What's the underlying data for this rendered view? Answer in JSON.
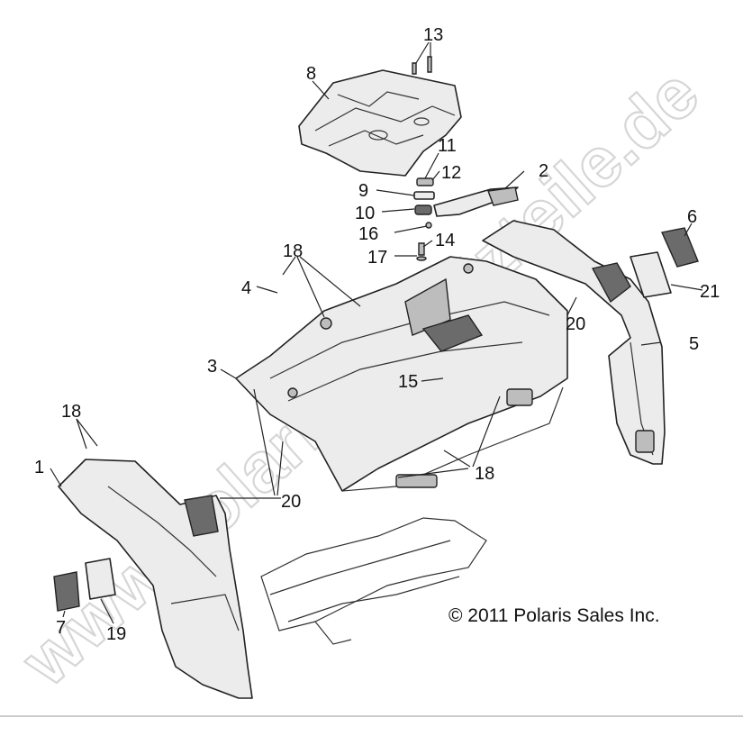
{
  "callouts": [
    {
      "id": "c1",
      "label": "1"
    },
    {
      "id": "c2",
      "label": "2"
    },
    {
      "id": "c3",
      "label": "3"
    },
    {
      "id": "c4",
      "label": "4"
    },
    {
      "id": "c5",
      "label": "5"
    },
    {
      "id": "c6",
      "label": "6"
    },
    {
      "id": "c7",
      "label": "7"
    },
    {
      "id": "c8",
      "label": "8"
    },
    {
      "id": "c9",
      "label": "9"
    },
    {
      "id": "c10",
      "label": "10"
    },
    {
      "id": "c11",
      "label": "11"
    },
    {
      "id": "c12",
      "label": "12"
    },
    {
      "id": "c13",
      "label": "13"
    },
    {
      "id": "c14",
      "label": "14"
    },
    {
      "id": "c15",
      "label": "15"
    },
    {
      "id": "c16",
      "label": "16"
    },
    {
      "id": "c17",
      "label": "17"
    },
    {
      "id": "c18a",
      "label": "18"
    },
    {
      "id": "c18b",
      "label": "18"
    },
    {
      "id": "c18c",
      "label": "18"
    },
    {
      "id": "c19",
      "label": "19"
    },
    {
      "id": "c20a",
      "label": "20"
    },
    {
      "id": "c20b",
      "label": "20"
    },
    {
      "id": "c21",
      "label": "21"
    }
  ],
  "copyright": "© 2011 Polaris Sales Inc.",
  "watermark": "www.polaris-ersatzteile.de"
}
